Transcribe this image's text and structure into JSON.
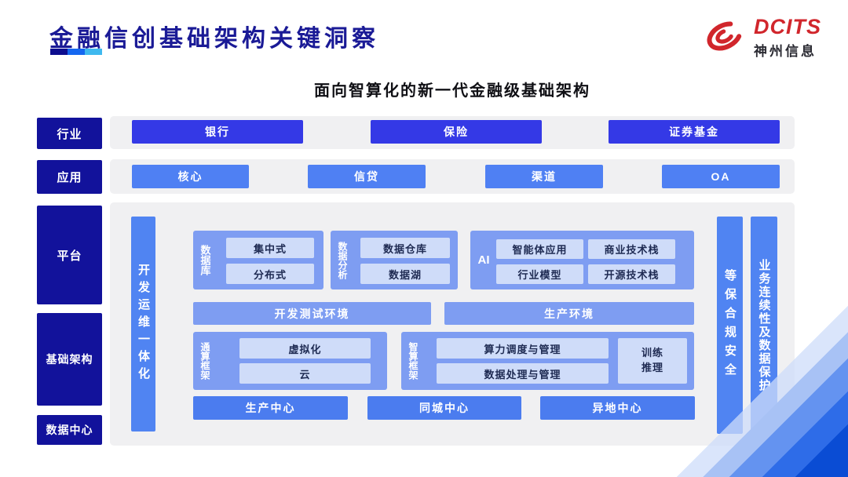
{
  "header": {
    "title": "金融信创基础架构关键洞察",
    "logo": {
      "brand": "DCITS",
      "company": "神州信息"
    }
  },
  "subtitle": "面向智算化的新一代金融级基础架构",
  "sidebar": {
    "items": [
      "行业",
      "应用",
      "平台",
      "基础架构",
      "数据中心"
    ]
  },
  "industry_row": {
    "items": [
      "银行",
      "保险",
      "证券基金"
    ]
  },
  "application_row": {
    "items": [
      "核心",
      "信贷",
      "渠道",
      "OA"
    ]
  },
  "platform": {
    "left_bar": "开发运维一体化",
    "right_bars": [
      "等保合规安全",
      "业务连续性及数据保护"
    ],
    "groups": [
      {
        "label": "数据库",
        "items": [
          "集中式",
          "分布式"
        ]
      },
      {
        "label": "数据分析",
        "items": [
          "数据仓库",
          "数据湖"
        ]
      },
      {
        "label": "AI",
        "items": [
          "智能体应用",
          "商业技术栈",
          "行业模型",
          "开源技术栈"
        ]
      }
    ],
    "environments": [
      "开发测试环境",
      "生产环境"
    ],
    "frameworks": [
      {
        "label": "通算框架",
        "items": [
          "虚拟化",
          "云"
        ]
      },
      {
        "label": "智算框架",
        "items": [
          "算力调度与管理",
          "数据处理与管理"
        ],
        "side_item": "训练推理"
      }
    ],
    "centers": [
      "生产中心",
      "同城中心",
      "异地中心"
    ]
  },
  "colors": {
    "title_navy": "#1a1a96",
    "sidebar_navy": "#12129b",
    "industry_blue": "#3439e6",
    "application_blue": "#4f80f3",
    "vertical_bar_blue": "#5084f2",
    "group_blue": "#7e9df2",
    "inner_box_blue": "#cfdcf9",
    "inner_text_navy": "#1e2a52",
    "center_blue": "#4b7cef",
    "panel_gray": "#f0f0f2",
    "logo_red": "#d1262c",
    "underline_gradient": [
      "#0d0d8e",
      "#1567f0",
      "#3fb9ef"
    ]
  }
}
